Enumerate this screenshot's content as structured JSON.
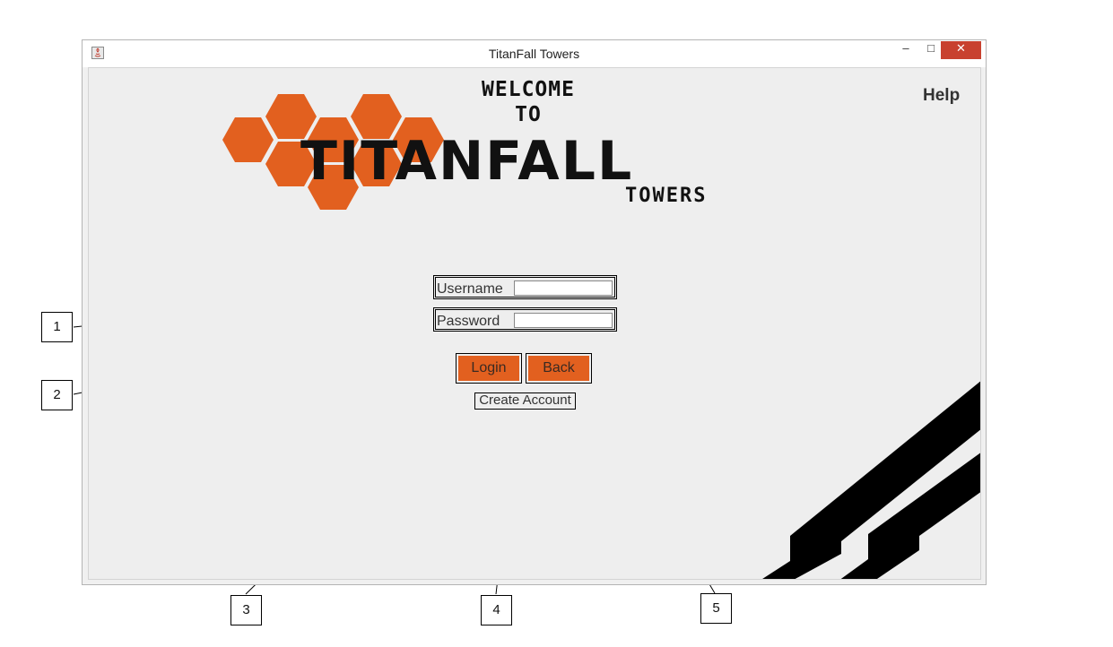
{
  "window": {
    "title": "TitanFall Towers",
    "controls": {
      "minimize": "–",
      "maximize": "□",
      "close": "✕"
    }
  },
  "header": {
    "welcome_line1": "WELCOME",
    "welcome_line2": "TO",
    "logo_title": "TITANFALL",
    "logo_subtitle": "TOWERS",
    "help_label": "Help"
  },
  "login_form": {
    "username_label": "Username",
    "username_value": "",
    "password_label": "Password",
    "password_value": "",
    "login_label": "Login",
    "back_label": "Back",
    "create_account_label": "Create Account"
  },
  "callouts": [
    "1",
    "2",
    "3",
    "4",
    "5"
  ],
  "colors": {
    "accent": "#e2601f",
    "close_button": "#c8412f",
    "background": "#eeeeee"
  },
  "icons": [
    "java-app-icon",
    "hexagon-cluster-logo",
    "decorative-stripes"
  ]
}
